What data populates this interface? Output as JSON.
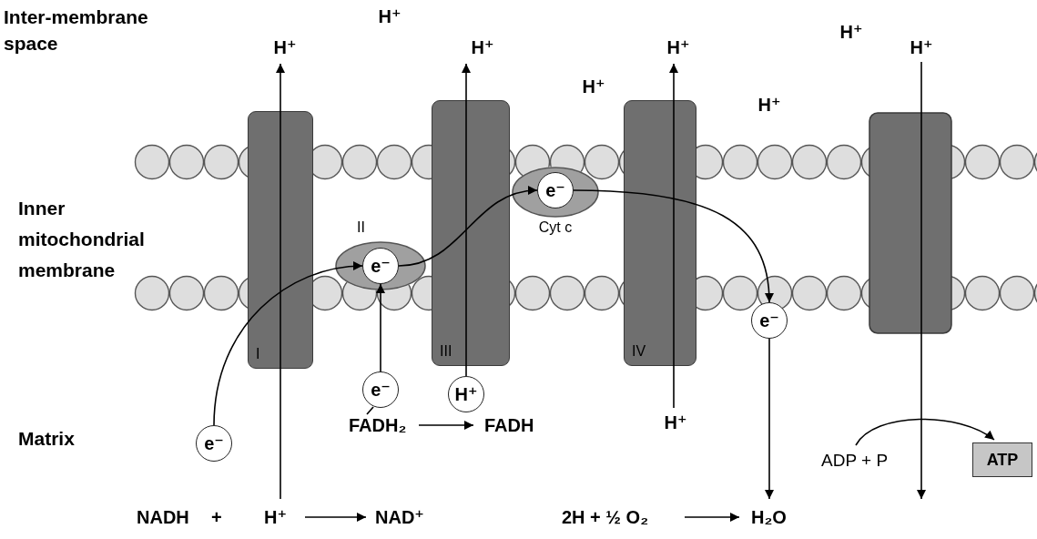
{
  "diagram": {
    "nodes": [
      {
        "text": [
          "I"
        ]
      },
      {
        "text": [
          "II"
        ]
      },
      {
        "text": [
          "e⁻"
        ],
        "in": 1
      },
      {
        "text": [
          "III"
        ]
      },
      {
        "text": [
          "Cyt c"
        ]
      },
      {
        "text": [
          "e⁻"
        ],
        "in": 4
      },
      {
        "text": [
          "IV"
        ]
      },
      {
        "text": [
          "e⁻"
        ]
      },
      {
        "text": [
          "e⁻"
        ]
      },
      {
        "text": [
          "H⁺"
        ]
      },
      {
        "text": [
          "e⁻"
        ]
      },
      {
        "text": [
          "ATP"
        ]
      }
    ],
    "edges": [
      {
        "from": 10,
        "to": 2,
        "arrow": "to"
      },
      {
        "from": 8,
        "to": 2,
        "arrow": "to"
      },
      {
        "from": 2,
        "to": 5,
        "arrow": "to"
      },
      {
        "from": 5,
        "to": 7,
        "arrow": "to"
      }
    ],
    "labels": [
      "Inter-membrane space",
      "Inner mitochondrial membrane",
      "Matrix",
      "H⁺",
      "H⁺",
      "H⁺",
      "H⁺",
      "H⁺",
      "H⁺",
      "H⁺",
      "H⁺",
      "FADH₂",
      "FADH",
      "H⁺",
      "ADP + P",
      "NADH",
      "+",
      "H⁺",
      "NAD⁺",
      "2H + ½ O₂",
      "H₂O"
    ]
  }
}
